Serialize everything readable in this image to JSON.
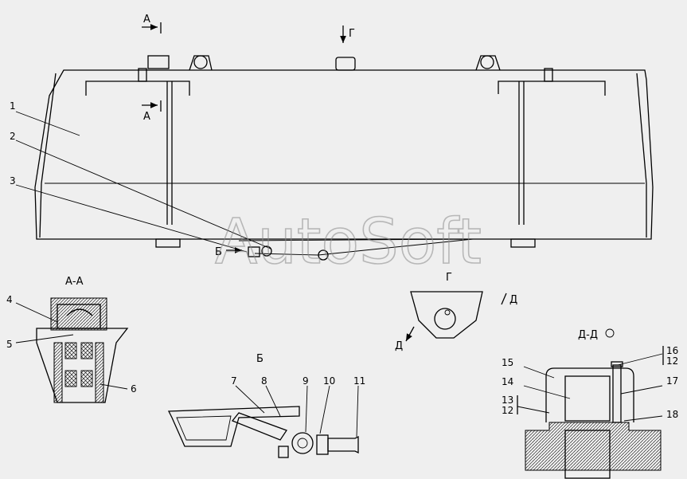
{
  "watermark": "AutoSoft",
  "section_labels": {
    "a_top": "А",
    "a_mid": "А",
    "g_top": "Г",
    "b_arrow": "Б",
    "section_aa": "А-А",
    "view_g": "Г",
    "d_right": "Д",
    "d_left": "Д",
    "view_b": "Б",
    "section_dd": "Д-Д"
  },
  "callouts": [
    "1",
    "2",
    "3",
    "4",
    "5",
    "6",
    "7",
    "8",
    "9",
    "10",
    "11",
    "14",
    "15",
    "17",
    "18"
  ],
  "stacked": {
    "s16_12": [
      "16",
      "12"
    ],
    "s13_12": [
      "13",
      "12"
    ]
  },
  "colors": {
    "background": "#efefef",
    "ink": "#000000",
    "watermark": "#8a8a8a"
  }
}
